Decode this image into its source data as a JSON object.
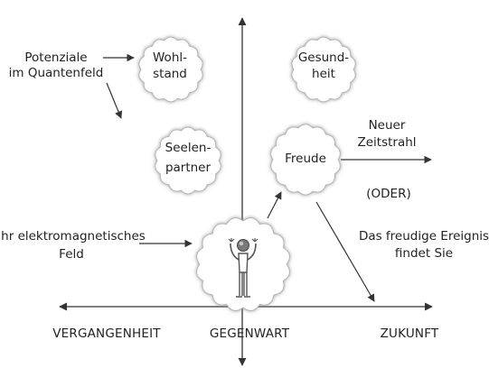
{
  "colors": {
    "line": "#333333",
    "cloud_fill": "#ffffff",
    "cloud_shadow": "#9a9a9a",
    "text": "#222222"
  },
  "labels": {
    "potenziale_line1": "Potenziale",
    "potenziale_line2": "im Quantenfeld",
    "wohlstand_line1": "Wohl-",
    "wohlstand_line2": "stand",
    "gesundheit_line1": "Gesund-",
    "gesundheit_line2": "heit",
    "seelenpartner_line1": "Seelen-",
    "seelenpartner_line2": "partner",
    "freude": "Freude",
    "neuer_line1": "Neuer",
    "neuer_line2": "Zeitstrahl",
    "oder": "(ODER)",
    "ereignis_line1": "Das freudige Ereignis",
    "ereignis_line2": "findet Sie",
    "feld_line1": "Ihr elektromagnetisches",
    "feld_line2": "Feld",
    "vergangenheit": "VERGANGENHEIT",
    "gegenwart": "GEGENWART",
    "zukunft": "ZUKUNFT"
  },
  "icons": {
    "person": "person-arms-raised-icon"
  }
}
